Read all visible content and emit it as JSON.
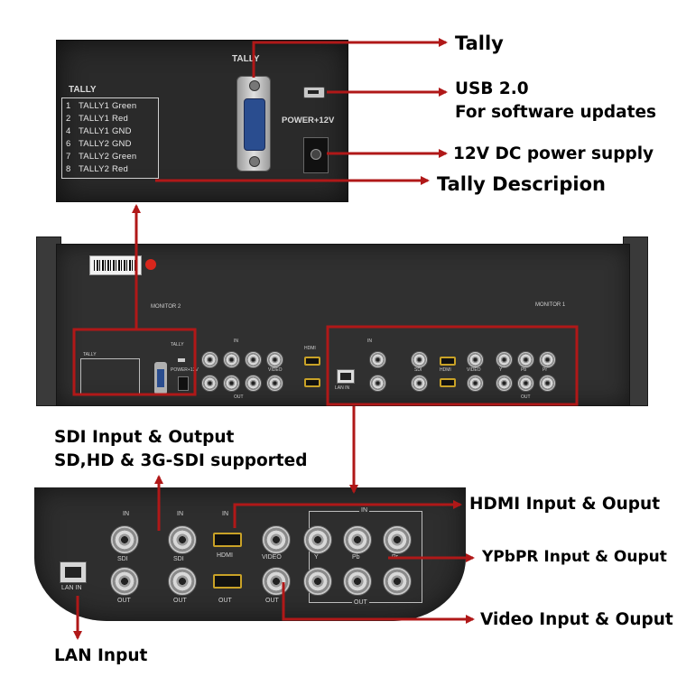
{
  "callouts": {
    "tally": "Tally",
    "usb_line1": "USB 2.0",
    "usb_line2": "For software updates",
    "power": "12V DC power supply",
    "tally_desc": "Tally Descripion",
    "sdi_line1": "SDI Input & Output",
    "sdi_line2": "SD,HD & 3G-SDI supported",
    "hdmi": "HDMI Input & Ouput",
    "ypbpr": "YPbPR Input & Ouput",
    "video": "Video Input & Ouput",
    "lan": "LAN Input"
  },
  "top_panel": {
    "tally_connector_label": "TALLY",
    "tally_table_title": "TALLY",
    "power_label": "POWER+12V",
    "tally_rows": [
      {
        "n": "1",
        "text": "TALLY1 Green"
      },
      {
        "n": "2",
        "text": "TALLY1 Red"
      },
      {
        "n": "4",
        "text": "TALLY1 GND"
      },
      {
        "n": "6",
        "text": "TALLY2 GND"
      },
      {
        "n": "7",
        "text": "TALLY2 Green"
      },
      {
        "n": "8",
        "text": "TALLY2 Red"
      }
    ]
  },
  "rack": {
    "monitor2": "MONITOR 2",
    "monitor1": "MONITOR 1",
    "in": "IN",
    "out": "OUT",
    "sdi": "SDI",
    "hdmi": "HDMI",
    "video": "VIDEO",
    "power": "POWER+12V",
    "tally": "TALLY",
    "lan": "LAN IN",
    "y": "Y",
    "pb": "Pb",
    "pr": "Pr"
  },
  "bottom_panel": {
    "in": "IN",
    "out": "OUT",
    "sdi": "SDI",
    "hdmi": "HDMI",
    "video": "VIDEO",
    "y": "Y",
    "pb": "Pb",
    "pr": "Pr",
    "lan": "LAN IN"
  },
  "colors": {
    "arrow": "#b01818",
    "panel": "#2a2a2a"
  }
}
